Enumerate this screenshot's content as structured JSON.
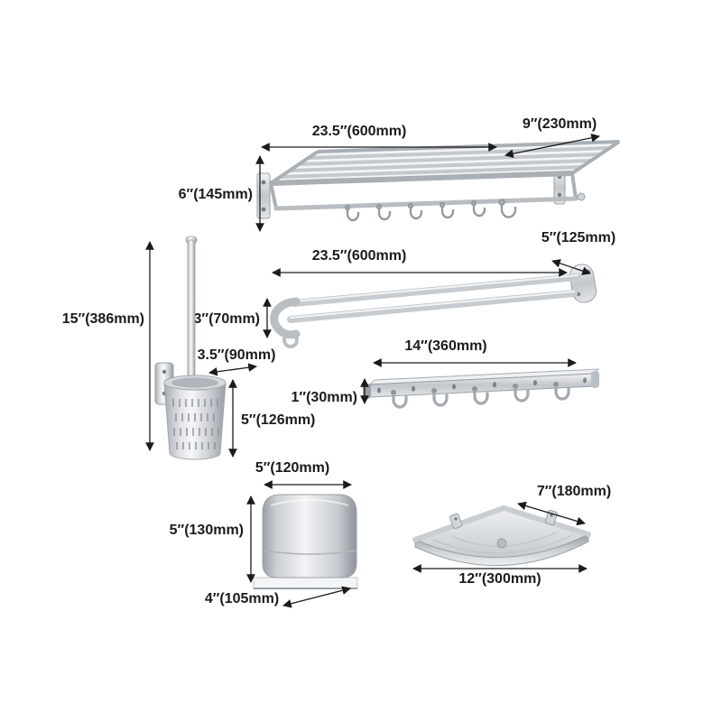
{
  "meta": {
    "title": "Bathroom hardware accessory set dimension diagram",
    "background": "#ffffff"
  },
  "colors": {
    "dimension_line": "#1b1b1b",
    "metal_light": "#f4f5f6",
    "metal_mid": "#c6cbd0",
    "metal_dark": "#9aa0a6"
  },
  "items": {
    "folding_rack": {
      "name": "folding towel rack with shelf and hooks",
      "width_label": "23.5″(600mm)",
      "depth_label": "9″(230mm)",
      "height_label": "6″(145mm)"
    },
    "towel_bar": {
      "name": "double towel bar",
      "width_label": "23.5″(600mm)",
      "end_label": "5″(125mm)",
      "height_label": "3″(70mm)"
    },
    "toilet_brush": {
      "name": "toilet brush with wall-mounted holder cup",
      "height_label": "15″(386mm)",
      "bracket_label": "3.5″(90mm)",
      "cup_height_label": "5″(126mm)"
    },
    "hook_rail": {
      "name": "robe hook rail with 5 hooks",
      "width_label": "14″(360mm)",
      "height_label": "1″(30mm)"
    },
    "paper_holder": {
      "name": "toilet paper holder box",
      "width_label": "5″(120mm)",
      "height_label": "5″(130mm)",
      "depth_label": "4″(105mm)"
    },
    "corner_shelf": {
      "name": "corner shower shelf",
      "side_label": "7″(180mm)",
      "width_label": "12″(300mm)"
    }
  }
}
